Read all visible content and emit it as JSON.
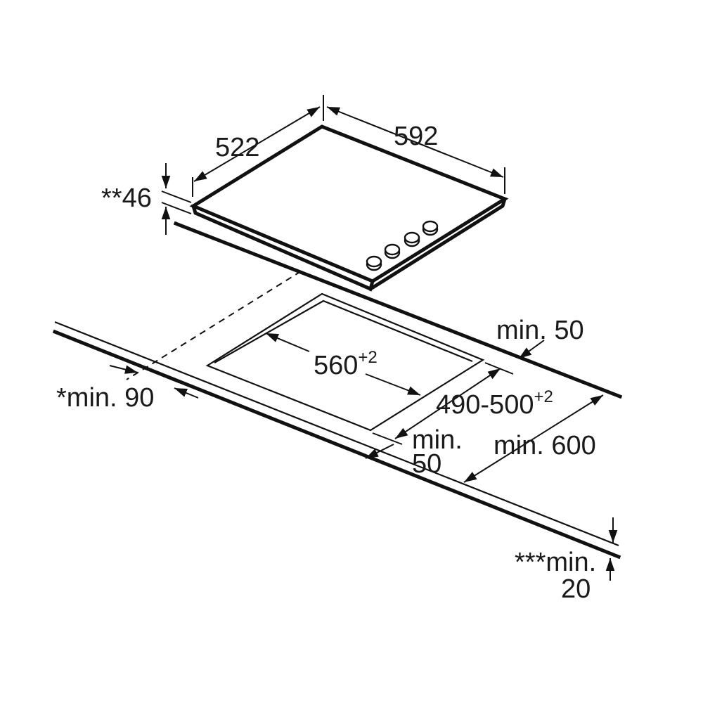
{
  "dimensions": {
    "hob_depth": "522",
    "hob_width": "592",
    "hob_height": "**46",
    "cutout_width_base": "560",
    "cutout_width_tol": "+2",
    "cutout_depth_base": "490-500",
    "cutout_depth_tol": "+2",
    "rear_clearance": "min. 50",
    "side_clearance": "*min. 90",
    "front_clearance_line1": "min.",
    "front_clearance_line2": "50",
    "worktop_depth": "min. 600",
    "worktop_thickness_line1": "***min.",
    "worktop_thickness_line2": "20"
  },
  "colors": {
    "line": "#111111",
    "background": "#ffffff"
  }
}
